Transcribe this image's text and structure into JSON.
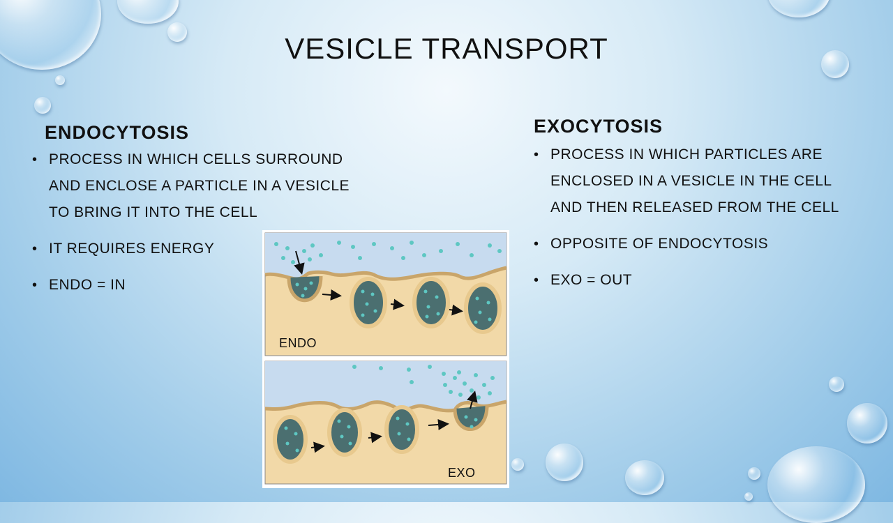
{
  "slide": {
    "title": "VESICLE TRANSPORT",
    "left": {
      "heading": "ENDOCYTOSIS",
      "bullets": [
        "PROCESS IN WHICH CELLS SURROUND AND ENCLOSE A PARTICLE IN A VESICLE TO BRING IT INTO THE CELL",
        "IT REQUIRES ENERGY",
        "ENDO = IN"
      ]
    },
    "right": {
      "heading": "EXOCYTOSIS",
      "bullets": [
        "PROCESS IN WHICH PARTICLES ARE ENCLOSED IN A VESICLE IN THE CELL AND THEN RELEASED FROM THE CELL",
        "OPPOSITE OF ENDOCYTOSIS",
        "EXO = OUT"
      ]
    },
    "figure": {
      "top_label": "ENDO",
      "bottom_label": "EXO"
    }
  },
  "colors": {
    "cytoplasm": "#f2d9a8",
    "membrane": "#c9a56a",
    "extracellular": "#c7dbef",
    "vesicle_interior": "#4b6f70",
    "particle": "#5ec7c2"
  }
}
